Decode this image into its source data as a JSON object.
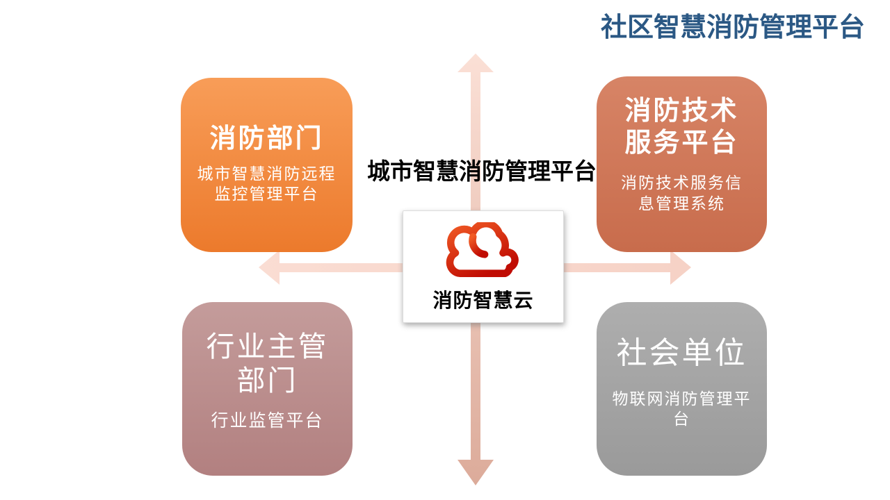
{
  "slide": {
    "title": "社区智慧消防管理平台",
    "title_color": "#2B5884"
  },
  "center": {
    "heading": "城市智慧消防管理平台",
    "cloud_label": "消防智慧云",
    "cloud_icon": "cloud-icon",
    "cloud_gradient": [
      "#F15B25",
      "#C00C03"
    ]
  },
  "quadrants": [
    {
      "id": "fire-department",
      "title": "消防部门",
      "subtitle_lines": [
        "城市智慧消防远程",
        "监控管理平台"
      ],
      "colors": [
        "#F89D58",
        "#EC7A2C"
      ]
    },
    {
      "id": "fire-tech-service-platform",
      "title_lines": [
        "消防技术",
        "服务平台"
      ],
      "subtitle_lines": [
        "消防技术服务信",
        "息管理系统"
      ],
      "colors": [
        "#D78466",
        "#C86C4C"
      ]
    },
    {
      "id": "industry-authority",
      "title_lines": [
        "行业主管",
        "部门"
      ],
      "subtitle_lines": [
        "行业监管平台"
      ],
      "colors": [
        "#C49C9B",
        "#B28080"
      ]
    },
    {
      "id": "social-unit",
      "title": "社会单位",
      "subtitle_lines": [
        "物联网消防管理平",
        "台"
      ],
      "colors": [
        "#AEAEAE",
        "#9A9A9A"
      ]
    }
  ],
  "arrows": {
    "vertical_colors": [
      "#FBE0D6",
      "#DCAB9A"
    ],
    "horizontal_colors": [
      "#FADDD3",
      "#F6D2C6"
    ]
  }
}
